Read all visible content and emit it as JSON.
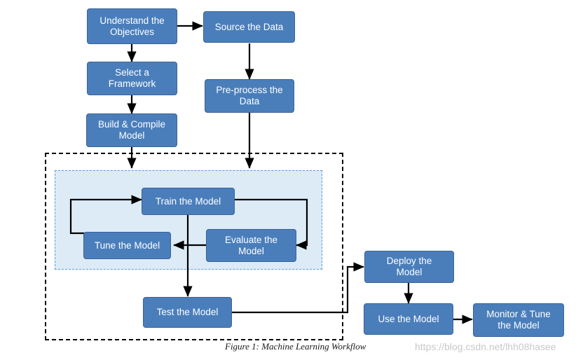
{
  "figure": {
    "caption": "Figure 1: Machine Learning Workflow",
    "watermark": "https://blog.csdn.net/lhh08hasee"
  },
  "colors": {
    "node_fill": "#4a7ebb",
    "node_border": "#3a6294",
    "node_text": "#ffffff",
    "inner_box_fill": "#ddebf7",
    "inner_box_border": "#5b9bd5",
    "outer_box_border": "#000000",
    "arrow": "#000000",
    "caption_text": "#1a1a1a",
    "watermark_text": "#c8c8c8"
  },
  "nodes": [
    {
      "id": "understand-objectives",
      "label": "Understand the\nObjectives"
    },
    {
      "id": "source-the-data",
      "label": "Source the Data"
    },
    {
      "id": "select-a-framework",
      "label": "Select a\nFramework"
    },
    {
      "id": "pre-process-the-data",
      "label": "Pre-process the\nData"
    },
    {
      "id": "build-compile-model",
      "label": "Build & Compile\nModel"
    },
    {
      "id": "train-the-model",
      "label": "Train the Model"
    },
    {
      "id": "tune-the-model",
      "label": "Tune the Model"
    },
    {
      "id": "evaluate-the-model",
      "label": "Evaluate the\nModel"
    },
    {
      "id": "test-the-model",
      "label": "Test the Model"
    },
    {
      "id": "deploy-the-model",
      "label": "Deploy the\nModel"
    },
    {
      "id": "use-the-model",
      "label": "Use the Model"
    },
    {
      "id": "monitor-tune-the-model",
      "label": "Monitor & Tune\nthe Model"
    }
  ]
}
